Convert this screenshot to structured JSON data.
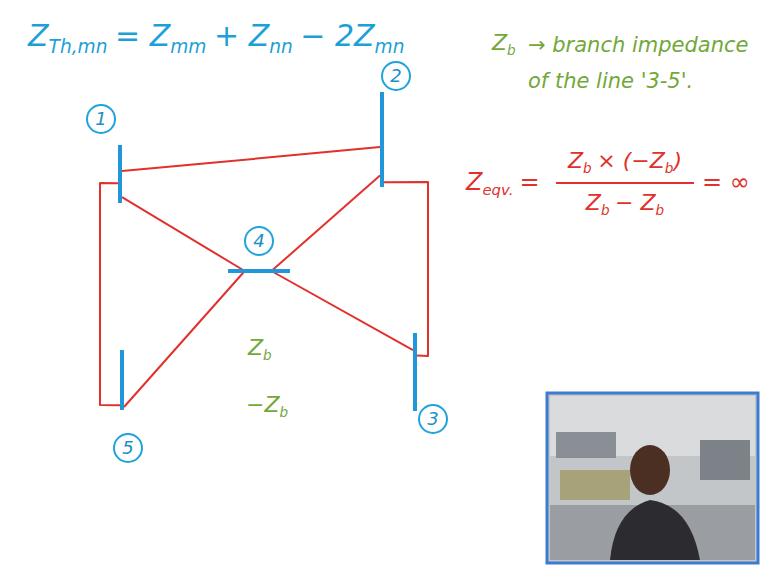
{
  "diagram": {
    "nodes": [
      {
        "text": [
          "1"
        ]
      },
      {
        "text": [
          "2"
        ]
      },
      {
        "text": [
          "3"
        ]
      },
      {
        "text": [
          "4"
        ]
      },
      {
        "text": [
          "5"
        ]
      }
    ],
    "edges": [
      {
        "from": 0,
        "to": 1,
        "arrow": "none"
      },
      {
        "from": 0,
        "to": 4,
        "arrow": "none"
      },
      {
        "from": 0,
        "to": 3,
        "arrow": "none"
      },
      {
        "from": 1,
        "to": 3,
        "arrow": "none"
      },
      {
        "from": 1,
        "to": 2,
        "arrow": "none"
      },
      {
        "from": 3,
        "to": 4,
        "arrow": "none"
      },
      {
        "from": 3,
        "to": 2,
        "arrow": "none"
      }
    ],
    "labels": [
      "Z",
      "Th,mn",
      "= Z",
      "mm",
      "+ Z",
      "nn",
      "− 2Z",
      "mn",
      "Z",
      "b",
      "→ branch impedance of the line '3-5'.",
      "Z",
      "eqv.",
      "=",
      "Z",
      "b",
      "× (−Z",
      "b",
      ")",
      "Z",
      "b",
      "− Z",
      "b",
      "= ∞",
      "Z",
      "b",
      "−Z",
      "b"
    ]
  }
}
